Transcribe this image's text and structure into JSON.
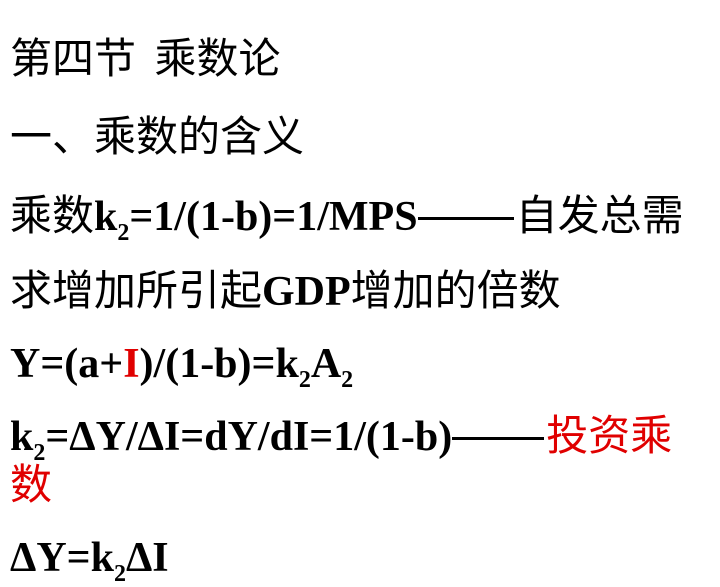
{
  "title": {
    "section": "第四节",
    "topic": "乘数论"
  },
  "subtitle": "一、乘数的含义",
  "def": {
    "word": "乘数",
    "k": "k",
    "sub": "2",
    "formula": "=1/(1-b)=1/MPS",
    "tail": "自发总需",
    "line2": "求增加所引起",
    "gdp": "GDP",
    "line2_tail": "增加的倍数"
  },
  "eq1": {
    "a": "Y=(a+",
    "red": "I",
    "b": ")/(1-b)=k",
    "sub1": "2",
    "c": "A",
    "sub2": "2"
  },
  "eq2": {
    "k": "k",
    "sub": "2",
    "formula": "=ΔY/ΔI=dY/dI=1/(1-b)",
    "red1": "投资乘",
    "red2": "数"
  },
  "eq3": {
    "a": "ΔY=k",
    "sub": "2",
    "b": "ΔI"
  },
  "colors": {
    "text": "#000000",
    "highlight": "#e00000",
    "background": "#ffffff"
  }
}
